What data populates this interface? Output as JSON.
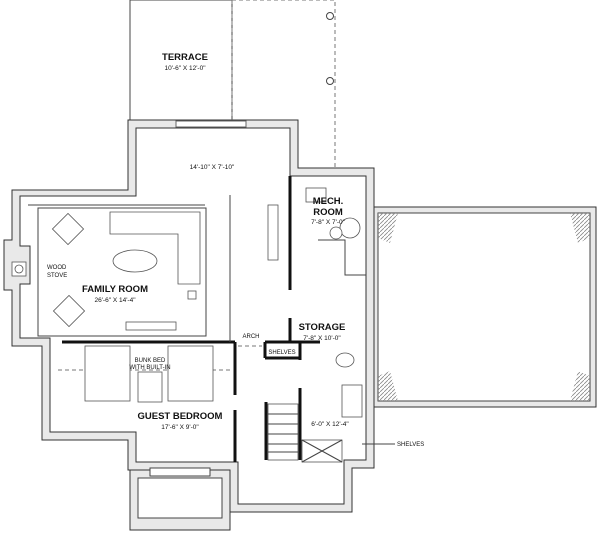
{
  "rooms": {
    "terrace": {
      "name": "TERRACE",
      "dims": "10'-6\" X 12'-0\""
    },
    "open_area": {
      "dims": "14'-10\" X 7'-10\""
    },
    "mech_room": {
      "name_line1": "MECH.",
      "name_line2": "ROOM",
      "dims": "7'-8\" X 7'-0\""
    },
    "family_room": {
      "name": "FAMILY ROOM",
      "dims": "26'-6\" X 14'-4\""
    },
    "storage": {
      "name": "STORAGE",
      "dims": "7'-8\" X 10'-0\""
    },
    "guest_bedroom": {
      "name": "GUEST BEDROOM",
      "dims": "17'-6\" X 9'-0\""
    },
    "bath": {
      "dims": "6'-0\" X 12'-4\""
    }
  },
  "annotations": {
    "wood_stove_line1": "WOOD",
    "wood_stove_line2": "STOVE",
    "arch": "ARCH",
    "shelves_closet": "SHELVES",
    "bunk_line1": "BUNK BED",
    "bunk_line2": "WITH BUILT-IN",
    "shelves_bath": "SHELVES"
  }
}
